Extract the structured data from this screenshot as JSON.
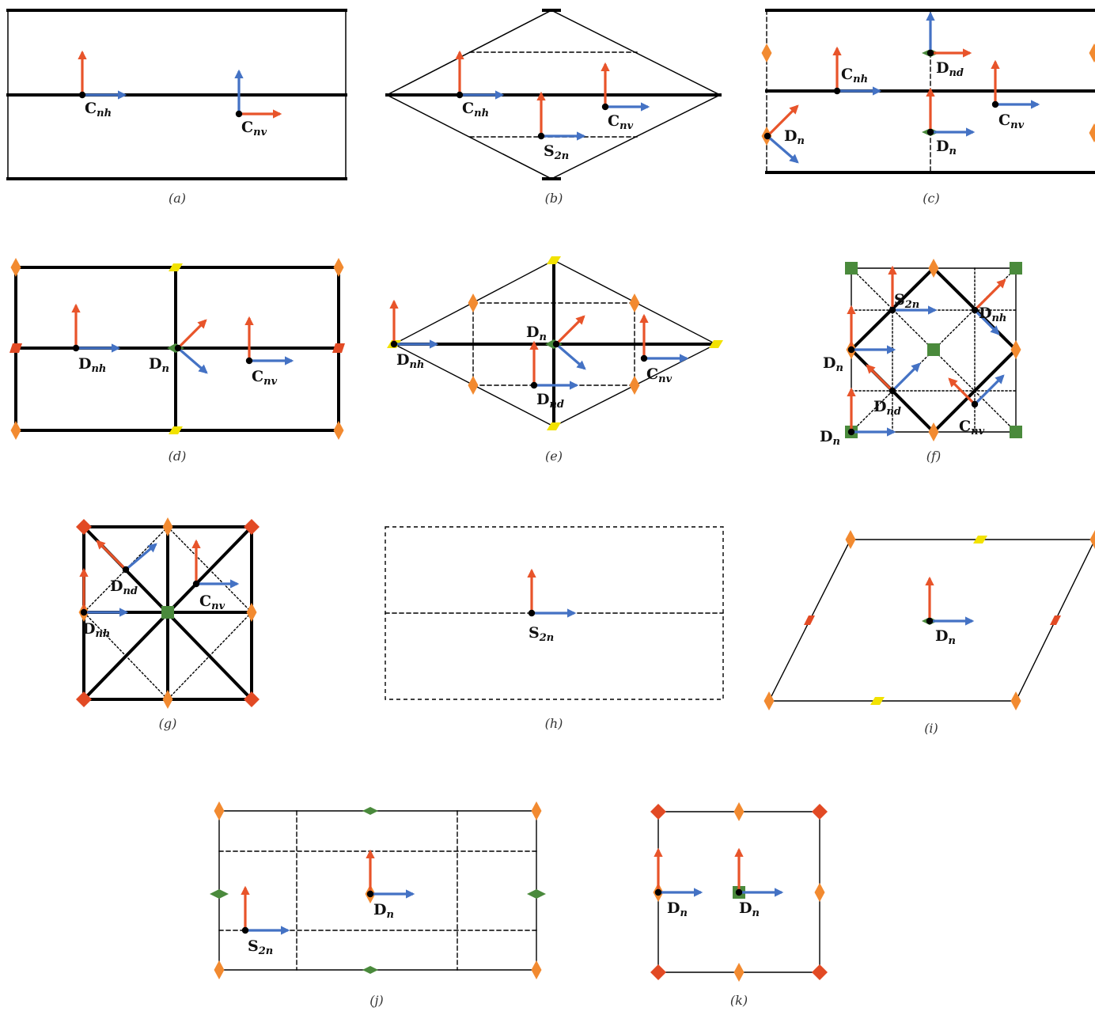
{
  "colors": {
    "line": "#000000",
    "arrow_red": "#e8542a",
    "arrow_blue": "#4472c4",
    "diamond_orange": "#f28a30",
    "diamond_red": "#e24a24",
    "parallelogram_yellow": "#f2e200",
    "green": "#4a8a3c"
  },
  "icons": {
    "axis_frame": "frame-arrows-icon",
    "two_fold": "lens-diamond-icon",
    "four_fold": "square-icon",
    "three_fold": "parallelogram-icon"
  },
  "panels": [
    {
      "caption": "(a)",
      "labels": [
        {
          "main": "C",
          "sub": "nh"
        },
        {
          "main": "C",
          "sub": "nv"
        }
      ]
    },
    {
      "caption": "(b)",
      "labels": [
        {
          "main": "C",
          "sub": "nh"
        },
        {
          "main": "C",
          "sub": "nv"
        },
        {
          "main": "S",
          "sub": "2n"
        }
      ]
    },
    {
      "caption": "(c)",
      "labels": [
        {
          "main": "C",
          "sub": "nh"
        },
        {
          "main": "D",
          "sub": "nd"
        },
        {
          "main": "C",
          "sub": "nv"
        },
        {
          "main": "D",
          "sub": "n"
        },
        {
          "main": "D",
          "sub": "n"
        }
      ]
    },
    {
      "caption": "(d)",
      "labels": [
        {
          "main": "D",
          "sub": "nh"
        },
        {
          "main": "D",
          "sub": "n"
        },
        {
          "main": "C",
          "sub": "nv"
        }
      ]
    },
    {
      "caption": "(e)",
      "labels": [
        {
          "main": "D",
          "sub": "n"
        },
        {
          "main": "D",
          "sub": "nh"
        },
        {
          "main": "C",
          "sub": "nv"
        },
        {
          "main": "D",
          "sub": "nd"
        }
      ]
    },
    {
      "caption": "(f)",
      "labels": [
        {
          "main": "S",
          "sub": "2n"
        },
        {
          "main": "D",
          "sub": "nh"
        },
        {
          "main": "D",
          "sub": "n"
        },
        {
          "main": "D",
          "sub": "nd"
        },
        {
          "main": "C",
          "sub": "nv"
        },
        {
          "main": "D",
          "sub": "n"
        }
      ]
    },
    {
      "caption": "(g)",
      "labels": [
        {
          "main": "D",
          "sub": "nd"
        },
        {
          "main": "C",
          "sub": "nv"
        },
        {
          "main": "D",
          "sub": "nh"
        }
      ]
    },
    {
      "caption": "(h)",
      "labels": [
        {
          "main": "S",
          "sub": "2n"
        }
      ]
    },
    {
      "caption": "(i)",
      "labels": [
        {
          "main": "D",
          "sub": "n"
        }
      ]
    },
    {
      "caption": "(j)",
      "labels": [
        {
          "main": "D",
          "sub": "n"
        },
        {
          "main": "S",
          "sub": "2n"
        }
      ]
    },
    {
      "caption": "(k)",
      "labels": [
        {
          "main": "D",
          "sub": "n"
        },
        {
          "main": "D",
          "sub": "n"
        }
      ]
    }
  ]
}
